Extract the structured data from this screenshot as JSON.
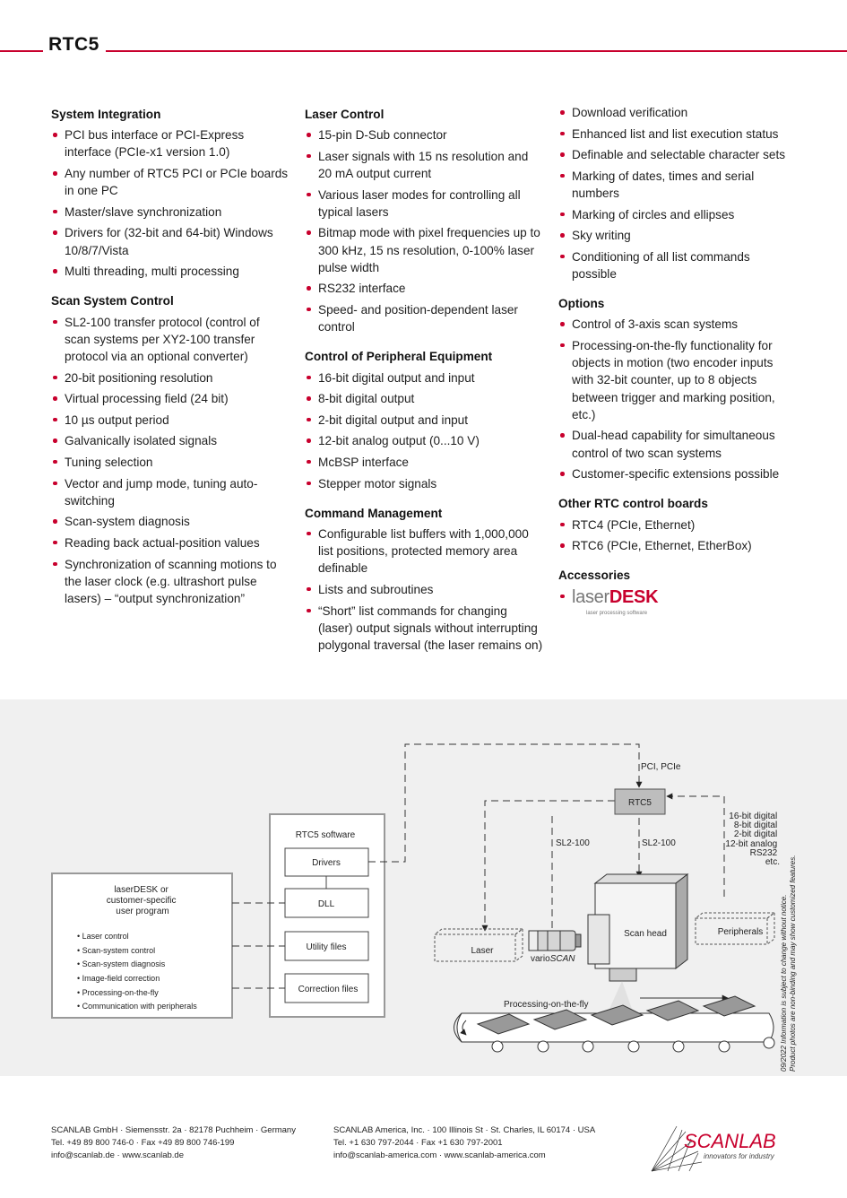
{
  "header": {
    "title": "RTC5"
  },
  "col1": {
    "s1": {
      "title": "System Integration",
      "items": [
        "PCI bus interface or PCI-Express interface (PCIe-x1 version 1.0)",
        "Any number of RTC5 PCI or PCIe boards in one PC",
        "Master/slave synchronization",
        "Drivers for (32-bit and 64-bit) Windows 10/8/7/Vista",
        "Multi threading, multi processing"
      ]
    },
    "s2": {
      "title": "Scan System Control",
      "items": [
        "SL2-100 transfer protocol (control of scan systems per XY2-100 transfer protocol via an optional converter)",
        "20-bit positioning resolution",
        "Virtual processing field (24 bit)",
        "10 µs output period",
        "Galvanically isolated signals",
        "Tuning selection",
        "Vector and jump mode, tuning auto-switching",
        "Scan-system diagnosis",
        "Reading back actual-position values",
        "Synchronization of scanning motions to the laser clock (e.g. ultrashort pulse lasers) – “output synchronization”"
      ]
    }
  },
  "col2": {
    "s1": {
      "title": "Laser Control",
      "items": [
        "15-pin D-Sub connector",
        "Laser signals with 15 ns resolution and 20 mA output current",
        "Various laser modes for controlling all typical lasers",
        "Bitmap mode with pixel frequencies up to 300 kHz, 15 ns resolution, 0-100% laser pulse width",
        "RS232 interface",
        "Speed- and position-dependent laser control"
      ]
    },
    "s2": {
      "title": "Control of Peripheral Equipment",
      "items": [
        "16-bit digital output and input",
        "8-bit digital output",
        "2-bit digital output and input",
        "12-bit analog output (0...10 V)",
        "McBSP interface",
        "Stepper motor signals"
      ]
    },
    "s3": {
      "title": "Command Management",
      "items": [
        "Configurable list buffers with 1,000,000 list positions, protected memory area definable",
        "Lists and subroutines",
        "“Short” list commands for changing (laser) output signals without interrupting polygonal traversal (the laser remains on)"
      ]
    }
  },
  "col3": {
    "s0": {
      "items": [
        "Download verification",
        "Enhanced list and list execution status",
        "Definable and selectable character sets",
        "Marking of dates, times and serial numbers",
        "Marking of circles and ellipses",
        "Sky writing",
        "Conditioning of all list commands possible"
      ]
    },
    "s1": {
      "title": "Options",
      "items": [
        "Control of 3-axis scan systems",
        "Processing-on-the-fly functionality for objects in motion (two encoder inputs with 32-bit counter, up to 8 objects between trigger and marking position, etc.)",
        "Dual-head capability for simultaneous control of two scan systems",
        "Customer-specific extensions possible"
      ]
    },
    "s2": {
      "title": "Other RTC control boards",
      "items": [
        "RTC4 (PCIe, Ethernet)",
        "RTC6 (PCIe, Ethernet, EtherBox)"
      ]
    },
    "s3": {
      "title": "Accessories",
      "logo_a": "laser",
      "logo_b": "DESK",
      "logo_sub": "laser processing software"
    }
  },
  "diagram": {
    "pci": "PCI, PCIe",
    "rtc5": "RTC5",
    "sl2_left": "SL2-100",
    "sl2_right": "SL2-100",
    "io": [
      "16-bit digital",
      "8-bit digital",
      "2-bit digital",
      "12-bit analog",
      "RS232",
      "etc."
    ],
    "software_title": "RTC5 software",
    "drivers": "Drivers",
    "dll": "DLL",
    "utility": "Utility files",
    "correction": "Correction files",
    "user_title": [
      "laserDESK or",
      "customer-specific",
      "user program"
    ],
    "user_items": [
      "Laser control",
      "Scan-system control",
      "Scan-system diagnosis",
      "Image-field correction",
      "Processing-on-the-fly",
      "Communication with peripherals"
    ],
    "laser": "Laser",
    "scan_head": "Scan head",
    "peripherals": "Peripherals",
    "varioscan_a": "vario",
    "varioscan_b": "SCAN",
    "otf": "Processing-on-the-fly"
  },
  "note": {
    "line1": "09/2022 Information is subject to change without notice.",
    "line2": "Product photos are non-binding and may show customized features."
  },
  "footer": {
    "de": [
      "SCANLAB GmbH · Siemensstr. 2a · 82178 Puchheim · Germany",
      "Tel. +49 89 800 746-0 · Fax +49 89 800 746-199",
      "info@scanlab.de · www.scanlab.de"
    ],
    "us": [
      "SCANLAB America, Inc. · 100 Illinois St · St. Charles, IL 60174 · USA",
      "Tel. +1 630 797-2044 · Fax +1 630 797-2001",
      "info@scanlab-america.com · www.scanlab-america.com"
    ],
    "logo": "SCANLAB",
    "tagline": "innovators for industry"
  },
  "colors": {
    "accent": "#c8002d",
    "diagram_bg": "#f0f0f0"
  }
}
